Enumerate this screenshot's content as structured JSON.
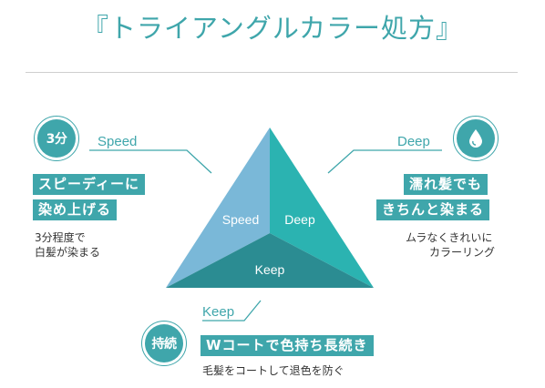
{
  "title": "『トライアングルカラー処方』",
  "triangle": {
    "speed_label": "Speed",
    "deep_label": "Deep",
    "keep_label": "Keep",
    "colors": {
      "left": "#7ab8d8",
      "right": "#2bb3b1",
      "bottom": "#2b8c92"
    }
  },
  "speed": {
    "icon_text": "3分",
    "label": "Speed",
    "headline_1": "スピーディーに",
    "headline_2": "染め上げる",
    "desc_1": "3分程度で",
    "desc_2": "白髪が染まる"
  },
  "deep": {
    "icon": "water-drop-icon",
    "label": "Deep",
    "headline_1": "濡れ髪でも",
    "headline_2": "きちんと染まる",
    "desc_1": "ムラなくきれいに",
    "desc_2": "カラーリング"
  },
  "keep": {
    "icon_text": "持続",
    "label": "Keep",
    "headline": "Wコートで色持ち長続き",
    "desc": "毛髪をコートして退色を防ぐ"
  },
  "accent_color": "#3fa6ab"
}
